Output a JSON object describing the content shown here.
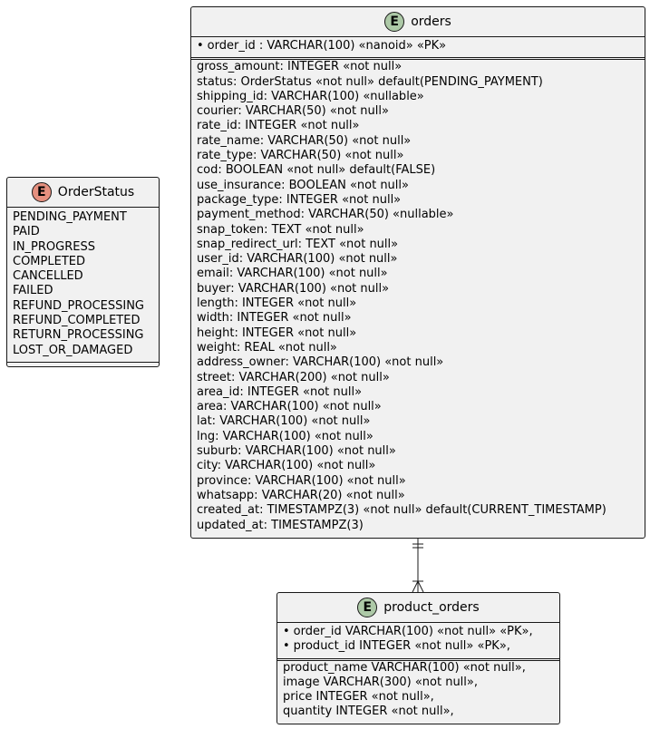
{
  "order_status": {
    "badge": "E",
    "title": "OrderStatus",
    "values": [
      "PENDING_PAYMENT",
      "PAID",
      "IN_PROGRESS",
      "COMPLETED",
      "CANCELLED",
      "FAILED",
      "REFUND_PROCESSING",
      "REFUND_COMPLETED",
      "RETURN_PROCESSING",
      "LOST_OR_DAMAGED"
    ]
  },
  "orders": {
    "badge": "E",
    "title": "orders",
    "keys": [
      "order_id : VARCHAR(100) «nanoid» «PK»"
    ],
    "fields": [
      "gross_amount: INTEGER «not null»",
      "status: OrderStatus «not null» default(PENDING_PAYMENT)",
      "shipping_id: VARCHAR(100) «nullable»",
      "courier: VARCHAR(50) «not null»",
      "rate_id: INTEGER «not null»",
      "rate_name: VARCHAR(50) «not null»",
      "rate_type: VARCHAR(50) «not null»",
      "cod: BOOLEAN «not null» default(FALSE)",
      "use_insurance: BOOLEAN «not null»",
      "package_type: INTEGER «not null»",
      "payment_method: VARCHAR(50) «nullable»",
      "snap_token: TEXT «not null»",
      "snap_redirect_url: TEXT «not null»",
      "user_id: VARCHAR(100) «not null»",
      "email: VARCHAR(100) «not null»",
      "buyer: VARCHAR(100) «not null»",
      "length: INTEGER «not null»",
      "width: INTEGER «not null»",
      "height: INTEGER «not null»",
      "weight: REAL «not null»",
      "address_owner: VARCHAR(100) «not null»",
      "street: VARCHAR(200) «not null»",
      "area_id: INTEGER «not null»",
      "area: VARCHAR(100) «not null»",
      "lat: VARCHAR(100) «not null»",
      "lng: VARCHAR(100) «not null»",
      "suburb: VARCHAR(100) «not null»",
      "city: VARCHAR(100) «not null»",
      "province: VARCHAR(100) «not null»",
      "whatsapp: VARCHAR(20) «not null»",
      "created_at: TIMESTAMPZ(3) «not null» default(CURRENT_TIMESTAMP)",
      "updated_at: TIMESTAMPZ(3)"
    ]
  },
  "product_orders": {
    "badge": "E",
    "title": "product_orders",
    "keys": [
      "order_id VARCHAR(100) «not null» «PK»,",
      "product_id INTEGER «not null» «PK»,"
    ],
    "fields": [
      "product_name VARCHAR(100) «not null»,",
      "image VARCHAR(300) «not null»,",
      "price INTEGER «not null»,",
      "quantity INTEGER «not null»,"
    ]
  },
  "relationship": {
    "from": "orders",
    "to": "product_orders",
    "from_cardinality": "exactly one",
    "to_cardinality": "one or many"
  }
}
